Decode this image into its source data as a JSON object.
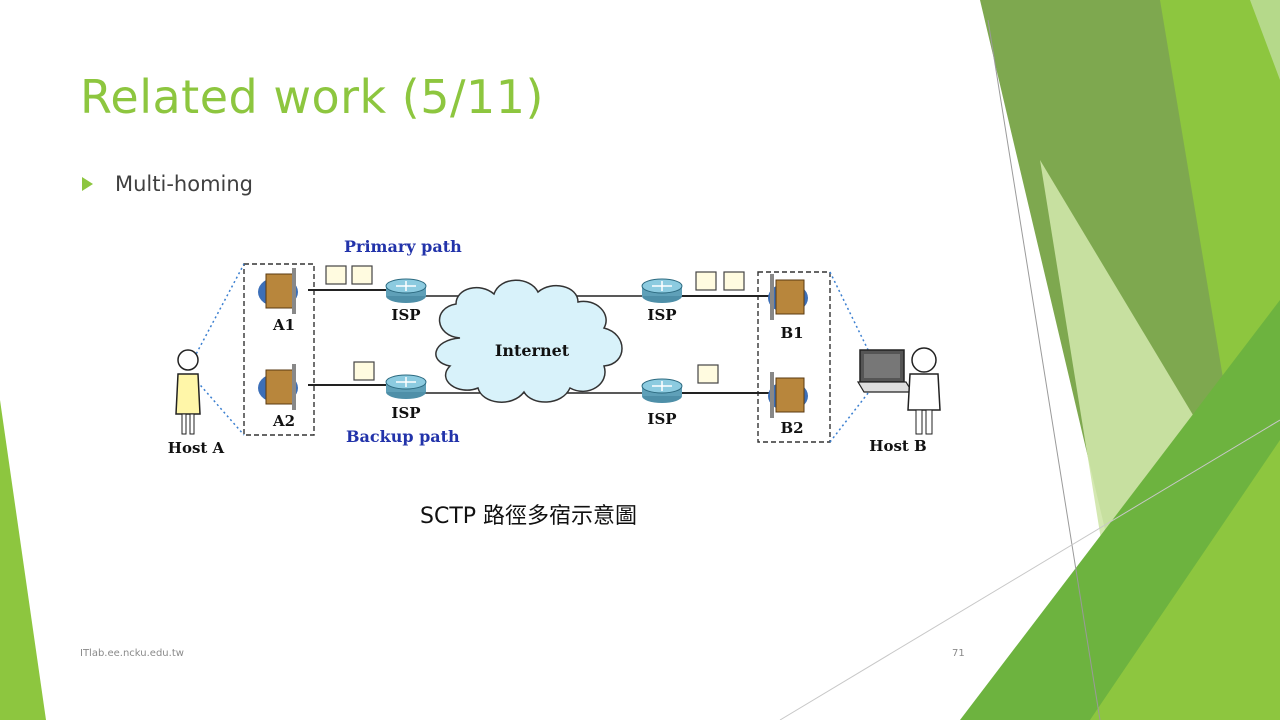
{
  "slide": {
    "title": "Related work (5/11)",
    "bullet": "Multi-homing",
    "caption": "SCTP 路徑多宿示意圖",
    "footer_left": "ITlab.ee.ncku.edu.tw",
    "page_number": "71"
  },
  "diagram": {
    "primary_path_label": "Primary path",
    "backup_path_label": "Backup path",
    "internet_label": "Internet",
    "isp_label": "ISP",
    "host_a_label": "Host A",
    "host_b_label": "Host B",
    "nic_a1": "A1",
    "nic_a2": "A2",
    "nic_b1": "B1",
    "nic_b2": "B2"
  },
  "colors": {
    "accent": "#8dc63f",
    "path_label": "#2233aa"
  }
}
